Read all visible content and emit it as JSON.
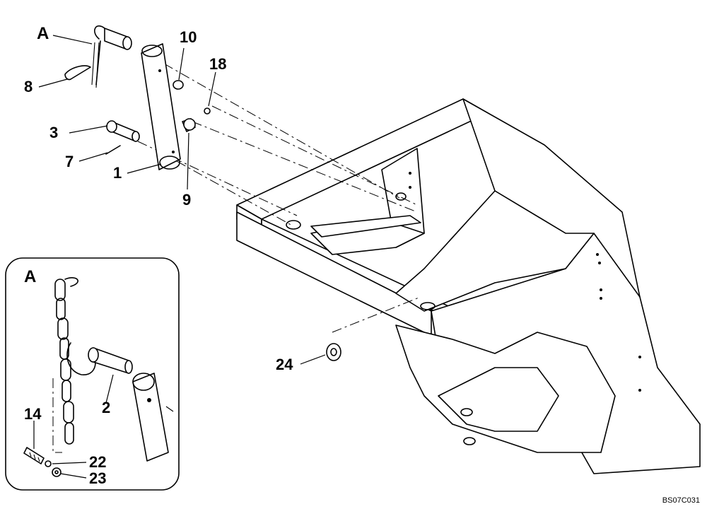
{
  "drawing": {
    "figure_code": "BS07C031",
    "callouts": {
      "a_main": "A",
      "p8": "8",
      "p10": "10",
      "p18": "18",
      "p3": "3",
      "p7": "7",
      "p1": "1",
      "p9": "9",
      "p24": "24"
    },
    "detail": {
      "letter": "A",
      "callouts": {
        "p2": "2",
        "p14": "14",
        "p22": "22",
        "p23": "23"
      }
    }
  }
}
